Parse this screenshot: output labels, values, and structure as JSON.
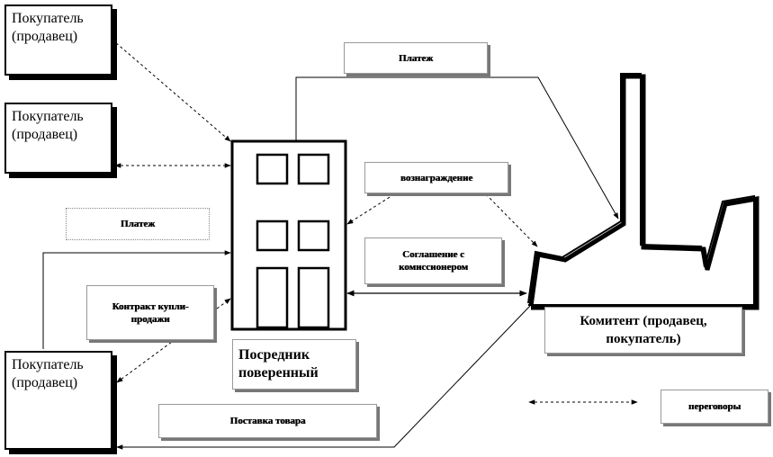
{
  "buyer_top": {
    "line1": "Покупатель",
    "line2": "(продавец)"
  },
  "buyer_mid": {
    "line1": "Покупатель",
    "line2": "(продавец)"
  },
  "buyer_bottom": {
    "line1": "Покупатель",
    "line2": "(продавец)"
  },
  "label_payment_top": "Платеж",
  "label_payment_left": "Платеж",
  "label_reward": "вознаграждение",
  "label_agreement": {
    "line1": "Соглашение с",
    "line2": "комиссионером"
  },
  "label_contract": {
    "line1": "Контракт купли-",
    "line2": "продажи"
  },
  "intermediary": {
    "line1": "Посредник",
    "line2": "поверенный"
  },
  "principal": {
    "line1": "Комитент (продавец,",
    "line2": "покупатель)"
  },
  "label_delivery": "Поставка товара",
  "legend_negotiations": "переговоры"
}
